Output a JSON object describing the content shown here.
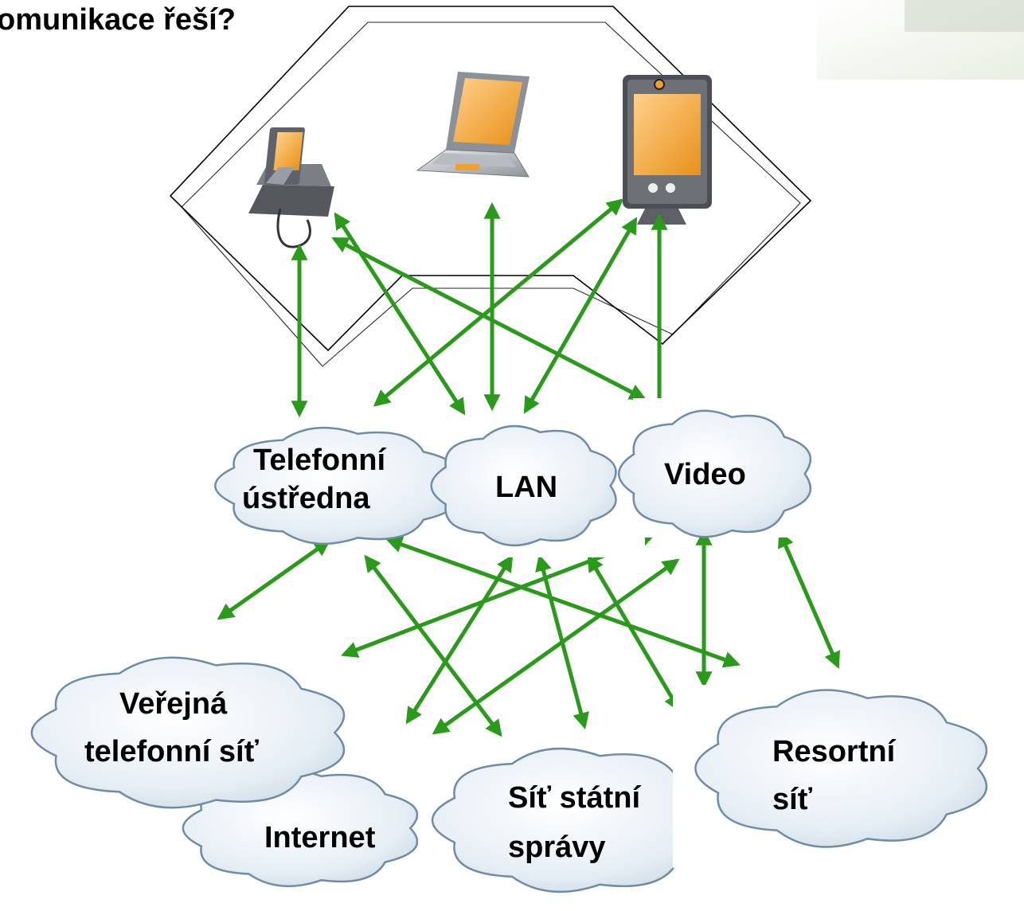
{
  "title": "omunikace řeší?",
  "devices": [
    {
      "name": "phone-terminal",
      "icon": "desk-phone-with-screen-icon"
    },
    {
      "name": "laptop",
      "icon": "laptop-icon"
    },
    {
      "name": "video-terminal",
      "icon": "video-phone-icon"
    }
  ],
  "clouds": {
    "pbx": {
      "lines": [
        "Telefonní",
        "ústředna"
      ]
    },
    "lan": {
      "lines": [
        "LAN"
      ]
    },
    "video": {
      "lines": [
        "Video"
      ]
    },
    "pstn": {
      "lines": [
        "Veřejná",
        "telefonní síť"
      ]
    },
    "internet": {
      "lines": [
        "Internet"
      ]
    },
    "state": {
      "lines": [
        "Síť státní",
        "správy"
      ]
    },
    "dept": {
      "lines": [
        "Resortní",
        "síť"
      ]
    }
  },
  "colors": {
    "arrow": "#2a9a1a",
    "cloud_fill": "#eef4f9",
    "cloud_stroke": "#6f8ca4",
    "screen": "#f0a030",
    "device_body": "#6a6e74"
  }
}
